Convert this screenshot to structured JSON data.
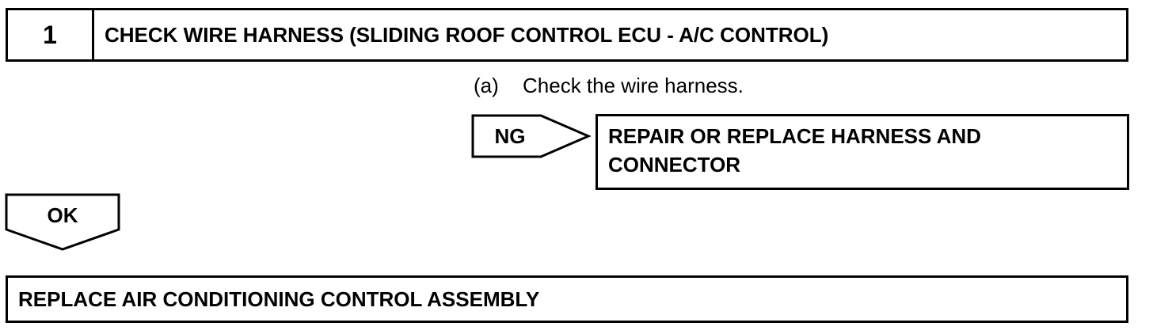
{
  "step": {
    "number": "1",
    "title": "CHECK WIRE HARNESS (SLIDING ROOF CONTROL ECU - A/C CONTROL)"
  },
  "substep": {
    "marker": "(a)",
    "text": "Check the wire harness."
  },
  "ng_branch": {
    "label": "NG",
    "result_line1": "REPAIR OR REPLACE HARNESS AND",
    "result_line2": "CONNECTOR"
  },
  "ok_branch": {
    "label": "OK"
  },
  "final_action": {
    "text": "REPLACE AIR CONDITIONING CONTROL ASSEMBLY"
  }
}
